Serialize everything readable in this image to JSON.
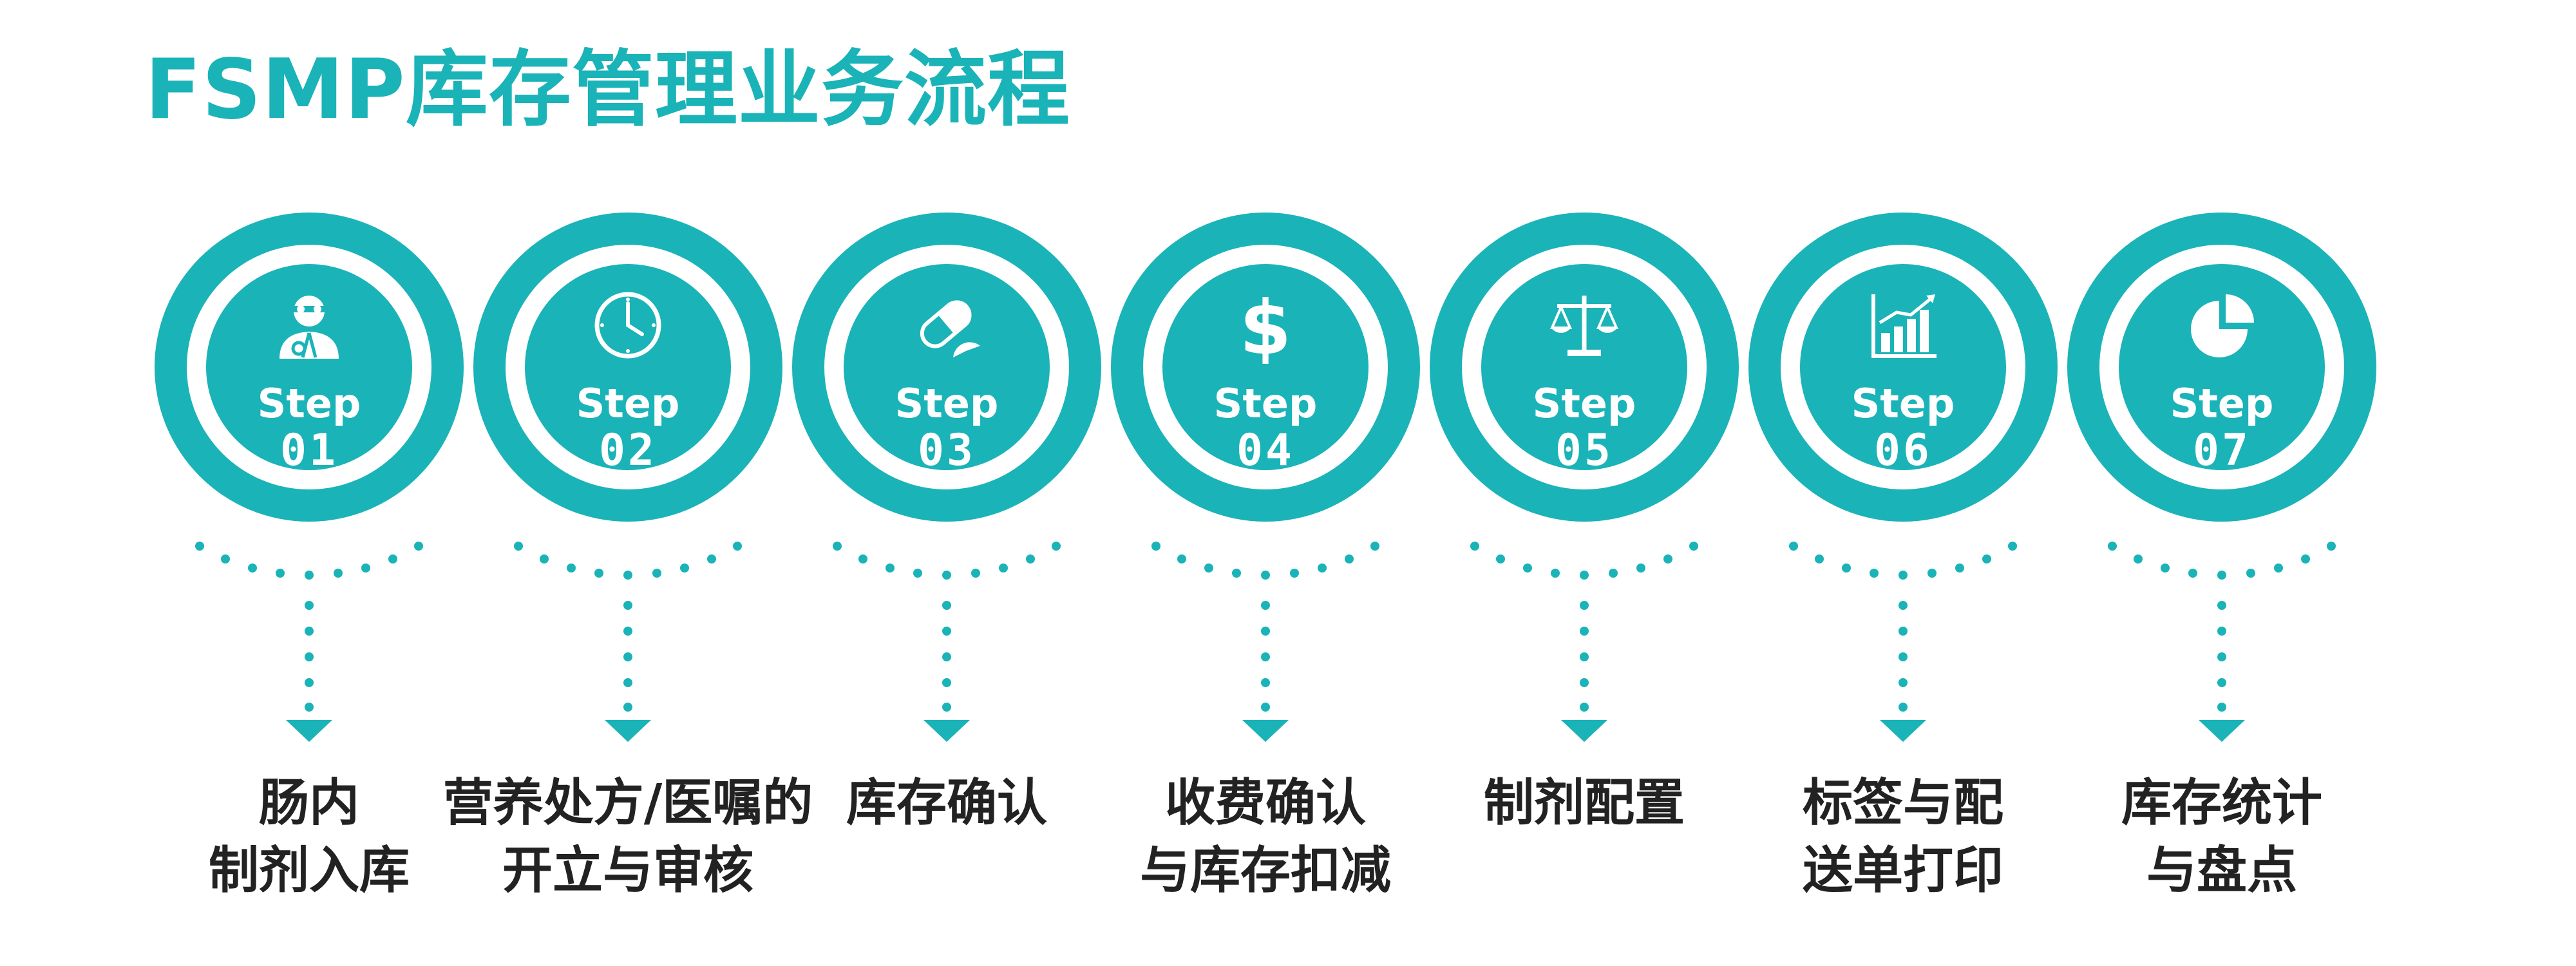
{
  "title": "FSMP库存管理业务流程",
  "colors": {
    "accent": "#1AB3B8",
    "text": "#222222"
  },
  "steps": [
    {
      "word": "Step",
      "num": "01",
      "icon": "doctor-icon",
      "label_lines": [
        "肠内",
        "制剂入库"
      ]
    },
    {
      "word": "Step",
      "num": "02",
      "icon": "clock-icon",
      "label_lines": [
        "营养处方/医嘱的",
        "开立与审核"
      ]
    },
    {
      "word": "Step",
      "num": "03",
      "icon": "pill-icon",
      "label_lines": [
        "库存确认"
      ]
    },
    {
      "word": "Step",
      "num": "04",
      "icon": "dollar-icon",
      "label_lines": [
        "收费确认",
        "与库存扣减"
      ]
    },
    {
      "word": "Step",
      "num": "05",
      "icon": "scale-icon",
      "label_lines": [
        "制剂配置"
      ]
    },
    {
      "word": "Step",
      "num": "06",
      "icon": "bar-chart-icon",
      "label_lines": [
        "标签与配",
        "送单打印"
      ]
    },
    {
      "word": "Step",
      "num": "07",
      "icon": "pie-chart-icon",
      "label_lines": [
        "库存统计",
        "与盘点"
      ]
    }
  ]
}
